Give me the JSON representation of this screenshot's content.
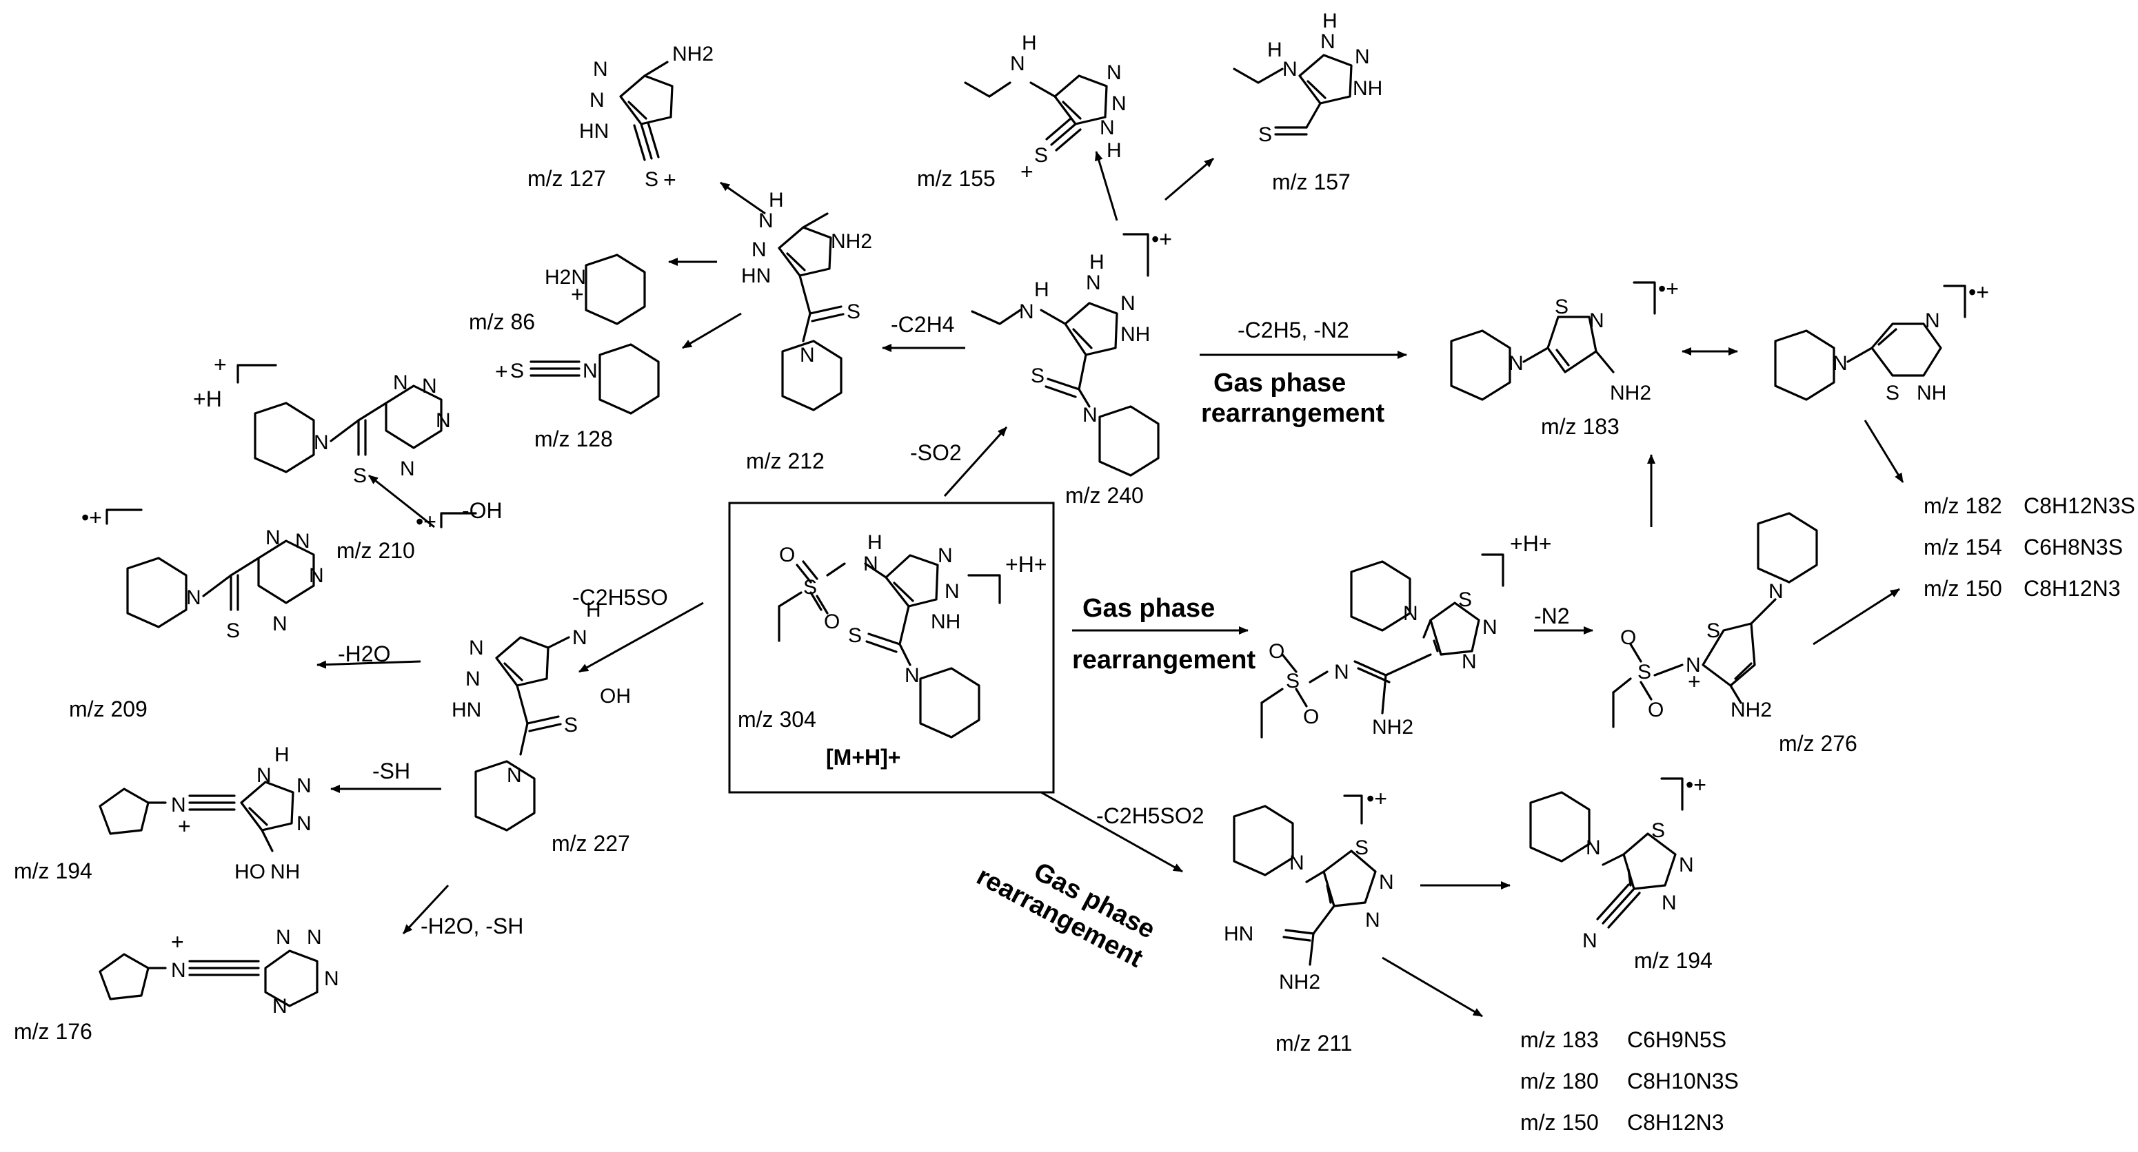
{
  "main_ion": {
    "mz": "m/z 304",
    "label": "[M+H]+",
    "charge": "+H+"
  },
  "conditions": {
    "minus_so2": "-SO2",
    "minus_c2h4": "-C2H4",
    "minus_c2h5_n2": "-C2H5, -N2",
    "minus_c2h5so": "-C2H5SO",
    "minus_c2h5so2": "-C2H5SO2",
    "minus_oh": "-OH",
    "minus_h2o": "-H2O",
    "minus_sh": "-SH",
    "minus_h2o_sh": "-H2O, -SH",
    "minus_n2": "-N2"
  },
  "gas_phase_lines": [
    "Gas phase",
    "rearrangement"
  ],
  "mz_labels": {
    "m127": "m/z 127",
    "m155": "m/z 155",
    "m157": "m/z 157",
    "m86": "m/z 86",
    "m128": "m/z 128",
    "m212": "m/z 212",
    "m240": "m/z 240",
    "m210": "m/z 210",
    "m209": "m/z 209",
    "m227": "m/z 227",
    "m194a": "m/z 194",
    "m176": "m/z 176",
    "m183": "m/z 183",
    "m276": "m/z 276",
    "m211": "m/z 211",
    "m194b": "m/z 194"
  },
  "charges": {
    "radical": "•+",
    "plus": "+",
    "plus_h": "+H",
    "h_plus": "+H+"
  },
  "fragment_table_top": [
    {
      "mz": "m/z 182",
      "formula": "C8H12N3S"
    },
    {
      "mz": "m/z 154",
      "formula": "C6H8N3S"
    },
    {
      "mz": "m/z 150",
      "formula": "C8H12N3"
    }
  ],
  "fragment_table_bottom": [
    {
      "mz": "m/z 183",
      "formula": "C6H9N5S"
    },
    {
      "mz": "m/z 180",
      "formula": "C8H10N3S"
    },
    {
      "mz": "m/z 150",
      "formula": "C8H12N3"
    }
  ],
  "atoms": {
    "N": "N",
    "NH": "NH",
    "HN": "HN",
    "H": "H",
    "S": "S",
    "O": "O",
    "NH2": "NH2",
    "H2N": "H2N",
    "HO": "HO",
    "OH": "OH"
  }
}
